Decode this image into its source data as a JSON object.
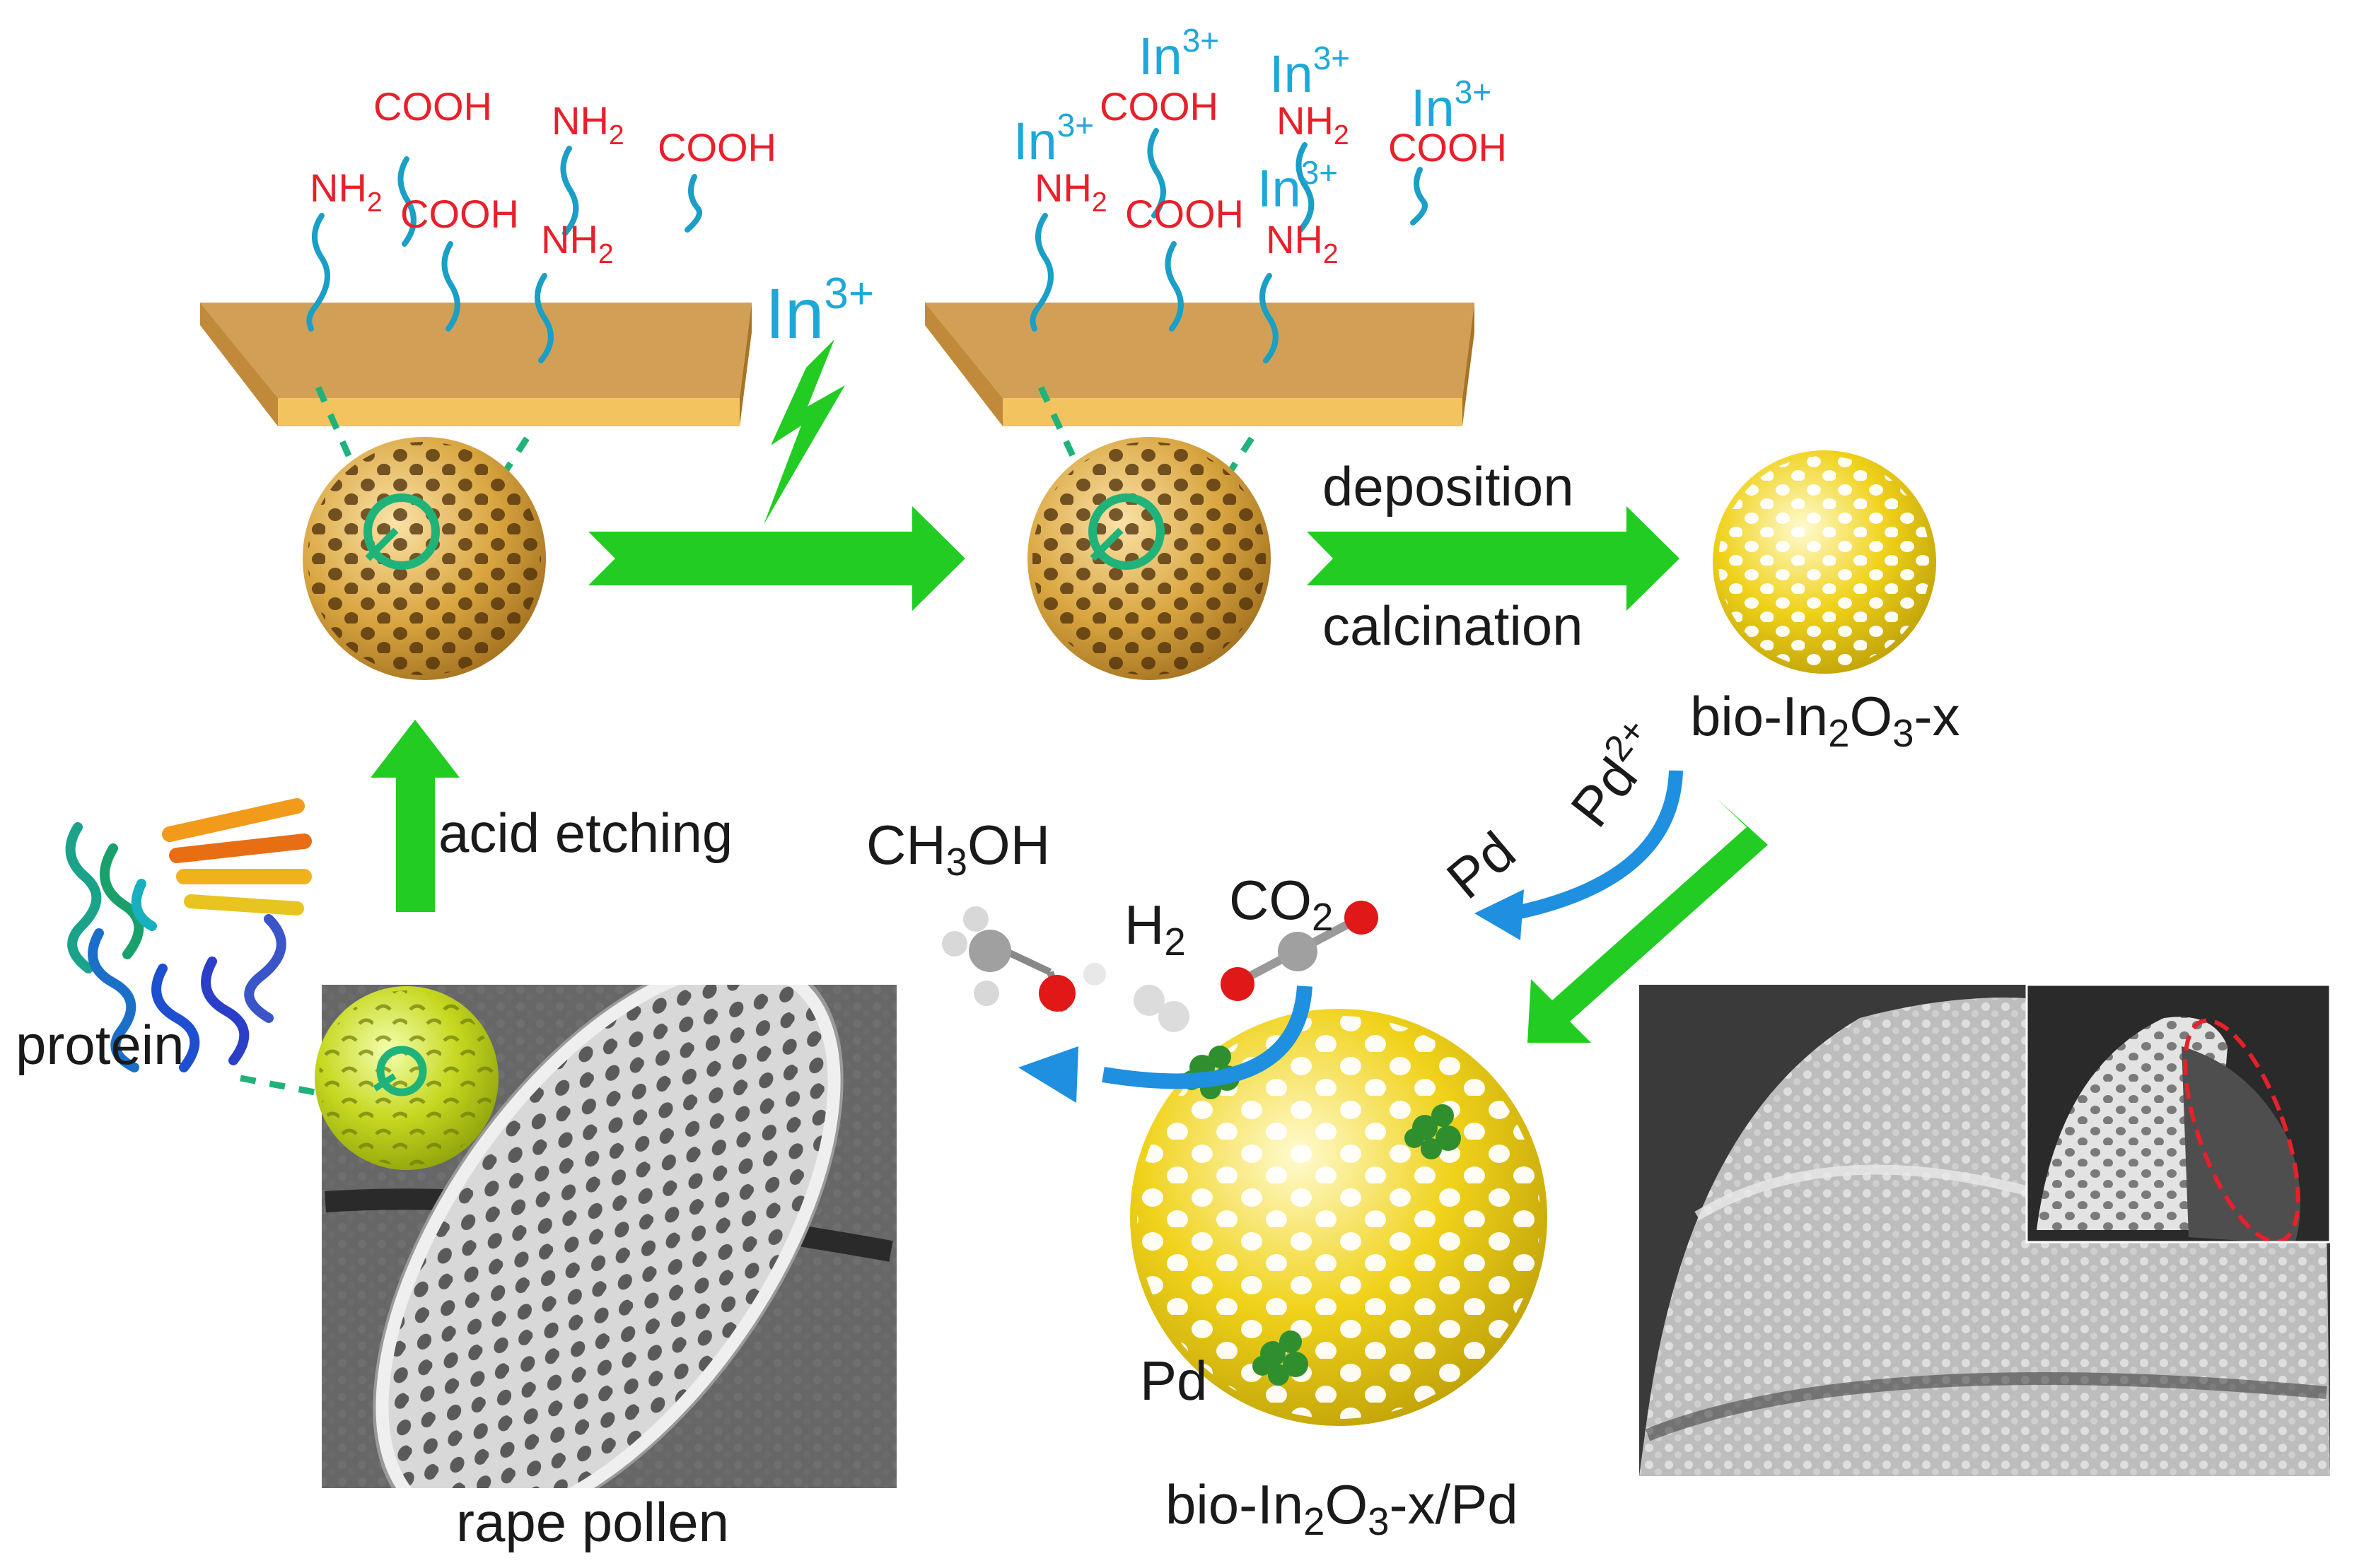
{
  "colors": {
    "arrow_green": "#22cc22",
    "dashed_green": "#1fb37a",
    "gold_sphere": "#d9a640",
    "yellow_sphere": "#f0d21a",
    "lime_sphere": "#c6d820",
    "functional_red": "#e8202a",
    "ion_cyan": "#1ea8d8",
    "curve_blue": "#1f8fe0",
    "pd_cluster": "#2f8f2f",
    "slab_top": "#d1a056",
    "slab_front": "#f2c35f"
  },
  "panel_1": {
    "groups": [
      {
        "text": "COOH"
      },
      {
        "base": "NH",
        "sub": "2"
      },
      {
        "text": "COOH"
      },
      {
        "base": "NH",
        "sub": "2"
      },
      {
        "text": "COOH"
      },
      {
        "base": "NH",
        "sub": "2"
      }
    ]
  },
  "panel_2": {
    "groups": [
      {
        "text": "COOH"
      },
      {
        "base": "NH",
        "sub": "2"
      },
      {
        "text": "COOH"
      },
      {
        "base": "NH",
        "sub": "2"
      },
      {
        "text": "COOH"
      },
      {
        "base": "NH",
        "sub": "2"
      }
    ],
    "ions": [
      {
        "base": "In",
        "sup": "3+"
      },
      {
        "base": "In",
        "sup": "3+"
      },
      {
        "base": "In",
        "sup": "3+"
      },
      {
        "base": "In",
        "sup": "3+"
      },
      {
        "base": "In",
        "sup": "3+"
      }
    ]
  },
  "arrow_ion": {
    "base": "In",
    "sup": "3+"
  },
  "process": {
    "step_top": "deposition",
    "step_bottom": "calcination",
    "acid": "acid etching"
  },
  "product": {
    "base": "bio-In",
    "sub1": "2",
    "mid": "O",
    "sub2": "3",
    "tail": "-x"
  },
  "pd_step": {
    "ion_base": "Pd",
    "ion_sup": "2+",
    "product": "Pd"
  },
  "catalysis": {
    "methanol_a": "CH",
    "methanol_sub": "3",
    "methanol_b": "OH",
    "hydrogen": "H",
    "hydrogen_sub": "2",
    "co2": "CO",
    "co2_sub": "2",
    "pd_label": "Pd"
  },
  "final": {
    "base": "bio-In",
    "sub1": "2",
    "mid": "O",
    "sub2": "3",
    "tail": "-x/Pd"
  },
  "labels": {
    "protein": "protein",
    "pollen": "rape pollen"
  }
}
